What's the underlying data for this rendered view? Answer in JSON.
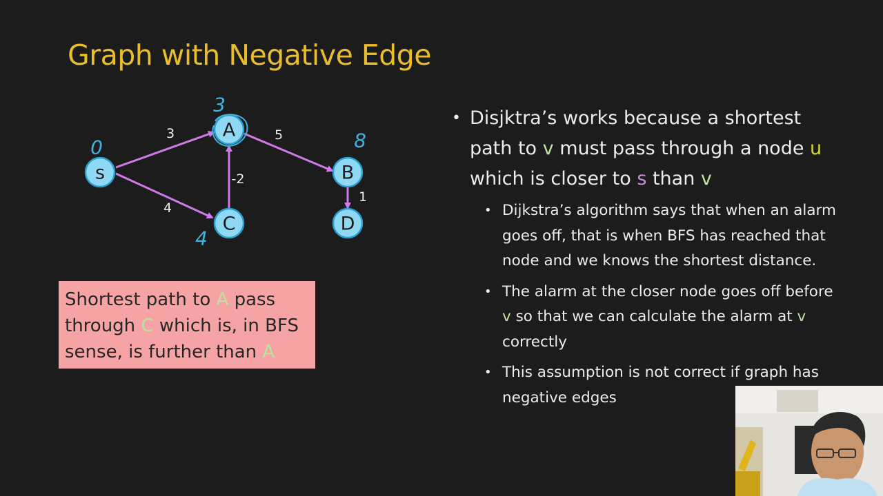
{
  "slide": {
    "title": "Graph with Negative Edge"
  },
  "graph": {
    "nodes": {
      "s": "s",
      "A": "A",
      "B": "B",
      "C": "C",
      "D": "D"
    },
    "edge_weights": {
      "s_A": "3",
      "s_C": "4",
      "C_A": "-2",
      "A_B": "5",
      "B_D": "1"
    },
    "annotations": {
      "s": "0",
      "A": "3",
      "B": "8",
      "C": "4"
    }
  },
  "note": {
    "p1": "Shortest path to ",
    "h1": "A",
    "p2": " pass through ",
    "h2": "C",
    "p3": " which is, in BFS sense, is further than ",
    "h3": "A"
  },
  "bullets": {
    "main": {
      "t1": "Disjktra’s works because a shortest path to ",
      "v1": "v",
      "t2": " must pass through a node ",
      "u": "u",
      "t3": " which is closer to ",
      "s": "s",
      "t4": " than ",
      "v2": "v"
    },
    "sub1": "Dijkstra’s algorithm says that when an alarm goes off, that is when BFS has reached that node and we knows the shortest distance.",
    "sub2": {
      "t1": "The alarm at the closer node goes off before ",
      "v1": "v",
      "t2": " so that we can calculate the alarm at ",
      "v2": "v",
      "t3": " correctly"
    },
    "sub3": "This assumption is not correct if graph has negative edges"
  },
  "colors": {
    "title": "#e9be2a",
    "node_fill": "#8fd9f4",
    "edge": "#cf7ae8",
    "note_bg": "#f5a3a4",
    "highlight_green": "#bfe2a0",
    "highlight_purple": "#c98fe2",
    "highlight_yellow": "#d9d33c"
  }
}
